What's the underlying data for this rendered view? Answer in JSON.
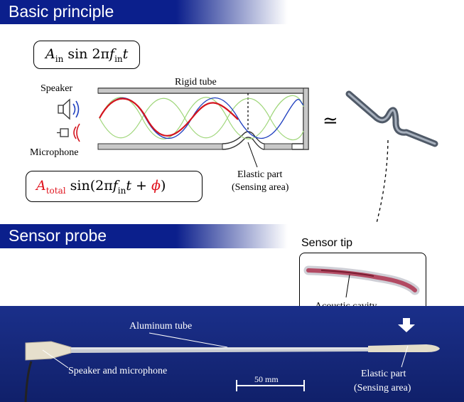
{
  "sections": {
    "basic_principle": "Basic principle",
    "sensor_probe": "Sensor probe"
  },
  "principle": {
    "input_formula": {
      "amp": "A",
      "amp_sub": "in",
      "fn": "sin 2π",
      "f": "f",
      "f_sub": "in",
      "t": "t"
    },
    "output_formula": {
      "amp": "A",
      "amp_sub": "total",
      "fn": "sin(2π",
      "f": "f",
      "f_sub": "in",
      "t": "t +",
      "phi": "ϕ",
      "close": ")"
    },
    "speaker_label": "Speaker",
    "microphone_label": "Microphone",
    "rigid_tube_label": "Rigid tube",
    "elastic_part_label": "Elastic part",
    "sensing_area_label": "(Sensing area)",
    "approx_symbol": "≃"
  },
  "probe": {
    "sensor_tip_label": "Sensor tip",
    "acoustic_cavity_label": "Acoustic cavity",
    "aluminum_tube_label": "Aluminum tube",
    "speaker_mic_label": "Speaker and microphone",
    "elastic_part_label": "Elastic part",
    "sensing_area_label": "(Sensing area)",
    "scale_label": "50 mm"
  },
  "colors": {
    "banner": "#0b1f8c",
    "red_wave": "#d4141e",
    "blue_wave": "#1f3fbf",
    "green_wave": "#9fd67a",
    "photo_bg": "#16287a"
  }
}
